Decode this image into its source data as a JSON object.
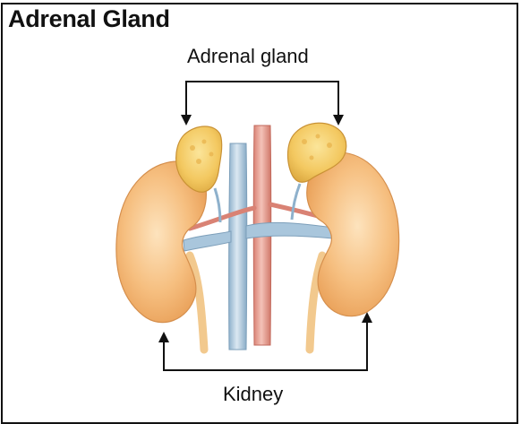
{
  "diagram": {
    "title": "Adrenal Gland",
    "labels": {
      "adrenal_gland": "Adrenal gland",
      "kidney": "Kidney"
    },
    "colors": {
      "frame": "#111111",
      "kidney": "#f2b06a",
      "adrenal": "#f3c860",
      "vessel_blue": "#a9c6dc",
      "aorta": "#e8a49a"
    }
  }
}
